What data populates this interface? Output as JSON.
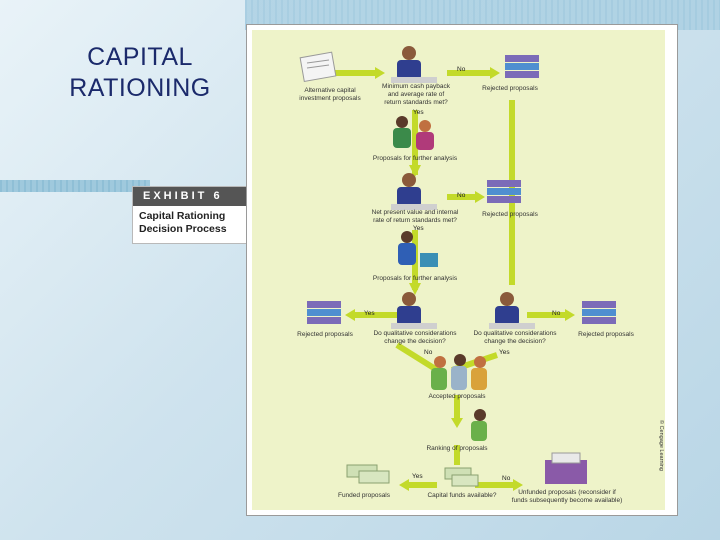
{
  "slide": {
    "title_line1": "CAPITAL",
    "title_line2": "RATIONING"
  },
  "exhibit": {
    "tag": "EXHIBIT 6",
    "title_line1": "Capital Rationing",
    "title_line2": "Decision Process"
  },
  "diagram": {
    "alt_proposals_1": "Alternative capital",
    "alt_proposals_2": "investment proposals",
    "minimum_1": "Minimum cash payback",
    "minimum_2": "and average rate of",
    "minimum_3": "return standards met?",
    "no_1": "No",
    "rejected_1": "Rejected proposals",
    "yes_1": "Yes",
    "further_1": "Proposals for further analysis",
    "no_2": "No",
    "npv_1": "Net present value and internal",
    "npv_2": "rate of return standards met?",
    "rejected_2": "Rejected proposals",
    "yes_2": "Yes",
    "further_2": "Proposals for further analysis",
    "yes_3": "Yes",
    "rejected_left": "Rejected proposals",
    "qual_left_1": "Do qualitative considerations",
    "qual_left_2": "change the decision?",
    "no_3": "No",
    "qual_right_1": "Do qualitative considerations",
    "qual_right_2": "change the decision?",
    "no_4": "No",
    "rejected_right": "Rejected proposals",
    "yes_4": "Yes",
    "accepted": "Accepted proposals",
    "ranking": "Ranking of proposals",
    "yes_5": "Yes",
    "no_5": "No",
    "funded": "Funded proposals",
    "capital_funds": "Capital funds available?",
    "unfunded_1": "Unfunded proposals (reconsider if",
    "unfunded_2": "funds subsequently become available)",
    "credit": "© Cengage Learning"
  },
  "colors": {
    "title": "#1b2a6b",
    "arrow": "#c3da2a",
    "panel_bg": "#eef3c9",
    "folder": "#7b6bb8"
  },
  "icons": [
    "document-icon",
    "person-desk-icon",
    "folder-stack-icon",
    "people-meeting-icon",
    "money-stack-icon",
    "file-box-icon"
  ]
}
